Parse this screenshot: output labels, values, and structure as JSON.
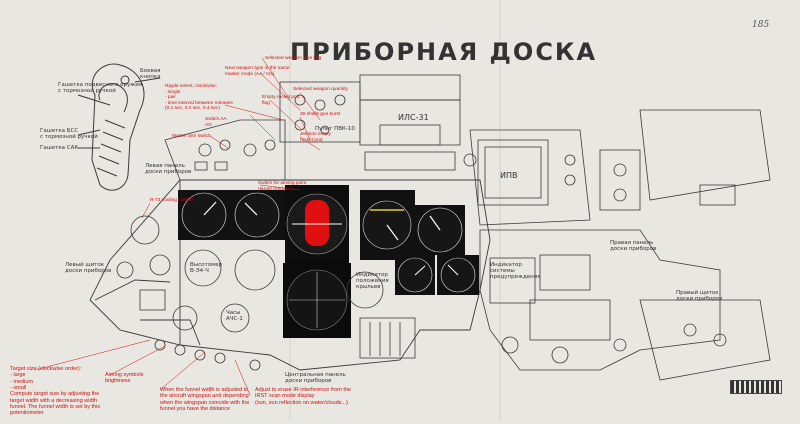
{
  "page": {
    "number": "185",
    "title": "ПРИБОРНАЯ ДОСКА"
  },
  "russian_labels": [
    {
      "id": "gashetka1",
      "text": "Гашетка подвесного оружия\nс тормозной ручкой"
    },
    {
      "id": "boevaya",
      "text": "Боевая\nкнопка"
    },
    {
      "id": "gashetka2",
      "text": "Гашетка БСС\nс тормозной ручкой"
    },
    {
      "id": "gashetka3",
      "text": "Гашетка САК"
    },
    {
      "id": "left_panel",
      "text": "Левая панель\nдоски приборов"
    },
    {
      "id": "left_shield",
      "text": "Левый щиток\nдоски приборов"
    },
    {
      "id": "pult",
      "text": "Пульт ПВК-10"
    },
    {
      "id": "ils",
      "text": "ИЛС-31"
    },
    {
      "id": "ipv",
      "text": "ИПВ"
    },
    {
      "id": "right_panel",
      "text": "Правая панель\nдоски приборов"
    },
    {
      "id": "right_shield",
      "text": "Правый щиток\nдоски приборов"
    },
    {
      "id": "vysotomer",
      "text": "Высотомер\nВ-Э4-Ч"
    },
    {
      "id": "indicator",
      "text": "Индикатор\nположения\nкрыльев"
    },
    {
      "id": "chasy",
      "text": "Часы\nАЧС-1"
    },
    {
      "id": "central",
      "text": "Центральная панель\nдоски приборов"
    },
    {
      "id": "indicator_sys",
      "text": "Индикатор\nсистемы\nпредупреждения"
    }
  ],
  "annotations": [
    {
      "id": "selected_weapon",
      "text": "Selected weapon type flag"
    },
    {
      "id": "next_weapon",
      "text": "Next weapon type in the same\nmaster mode (AA / AG)"
    },
    {
      "id": "ripple",
      "text": "Ripple select, clockwise:\n- single\n- pair\n- time interval between releases\n(0.1 sec, 0.2 sec, 0.4 sec)"
    },
    {
      "id": "empty_rocket",
      "text": "Empty rocket pod\nflag"
    },
    {
      "id": "selected_qty",
      "text": "Selected weapon quantity"
    },
    {
      "id": "switch_aa",
      "text": "Switch AA\nAG"
    },
    {
      "id": "master_arm",
      "text": "Master arm switch"
    },
    {
      "id": "shells",
      "text": "30 shells gun burst"
    },
    {
      "id": "jettison",
      "text": "Jettison empty\nrocket pod"
    },
    {
      "id": "aiming_point",
      "text": "Switch for aiming point\n(target reticle ...)"
    },
    {
      "id": "r73",
      "text": "R-73 cooling control"
    },
    {
      "id": "target_size",
      "text": "Target size (clockwise order):\n- large\n- medium\n- small\nCompute target size by adjusting the\ntarget width with a decreasing width\nfunnel. The funnel width is set by this\npotentiometer"
    },
    {
      "id": "aiming_brightness",
      "text": "Aiming symbols\nbrightness"
    },
    {
      "id": "funnel",
      "text": "When the funnel width is adjusted to\nthe aircraft wingspan and depending\nwhen the wingspan coincide with the\nfunnel you have the distance"
    },
    {
      "id": "adjust_ir",
      "text": "Adjust to erase IR interference from the\nIRST scan mode display\n(sun, sun reflection on water/clouds...)"
    }
  ],
  "colors": {
    "paper": "#e9e7e1",
    "ink": "#3a3a3a",
    "annotation": "#d01010",
    "gauge_face": "#111111",
    "highlight": "#e01010"
  }
}
